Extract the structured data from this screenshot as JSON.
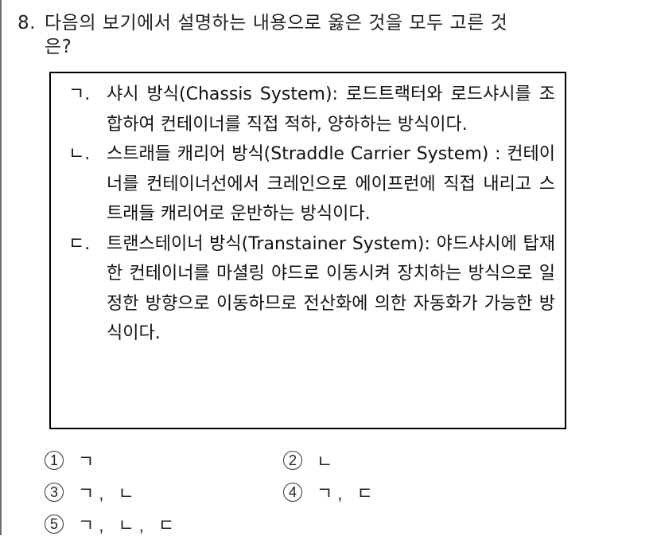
{
  "question": {
    "number": "8.",
    "text_line1": "다음의 보기에서 설명하는 내용으로 옳은 것을 모두 고른 것",
    "text_line2": "은?"
  },
  "box": {
    "items": [
      {
        "marker": "ㄱ.",
        "text": "샤시 방식(Chassis System): 로드트랙터와 로드샤시를 조합하여 컨테이너를 직접 적하, 양하하는 방식이다."
      },
      {
        "marker": "ㄴ.",
        "text": "스트래들 캐리어 방식(Straddle Carrier System) : 컨테이너를 컨테이너선에서 크레인으로 에이프런에 직접 내리고 스트래들 캐리어로 운반하는 방식이다."
      },
      {
        "marker": "ㄷ.",
        "text": "트랜스테이너 방식(Transtainer System): 야드샤시에 탑재한 컨테이너를 마셜링 야드로 이동시켜 장치하는 방식으로 일정한 방향으로 이동하므로 전산화에 의한 자동화가 가능한 방식이다."
      }
    ]
  },
  "choices": [
    {
      "num": "1",
      "text": "ㄱ"
    },
    {
      "num": "2",
      "text": "ㄴ"
    },
    {
      "num": "3",
      "text": "ㄱ, ㄴ"
    },
    {
      "num": "4",
      "text": "ㄱ, ㄷ"
    },
    {
      "num": "5",
      "text": "ㄱ, ㄴ, ㄷ"
    }
  ]
}
